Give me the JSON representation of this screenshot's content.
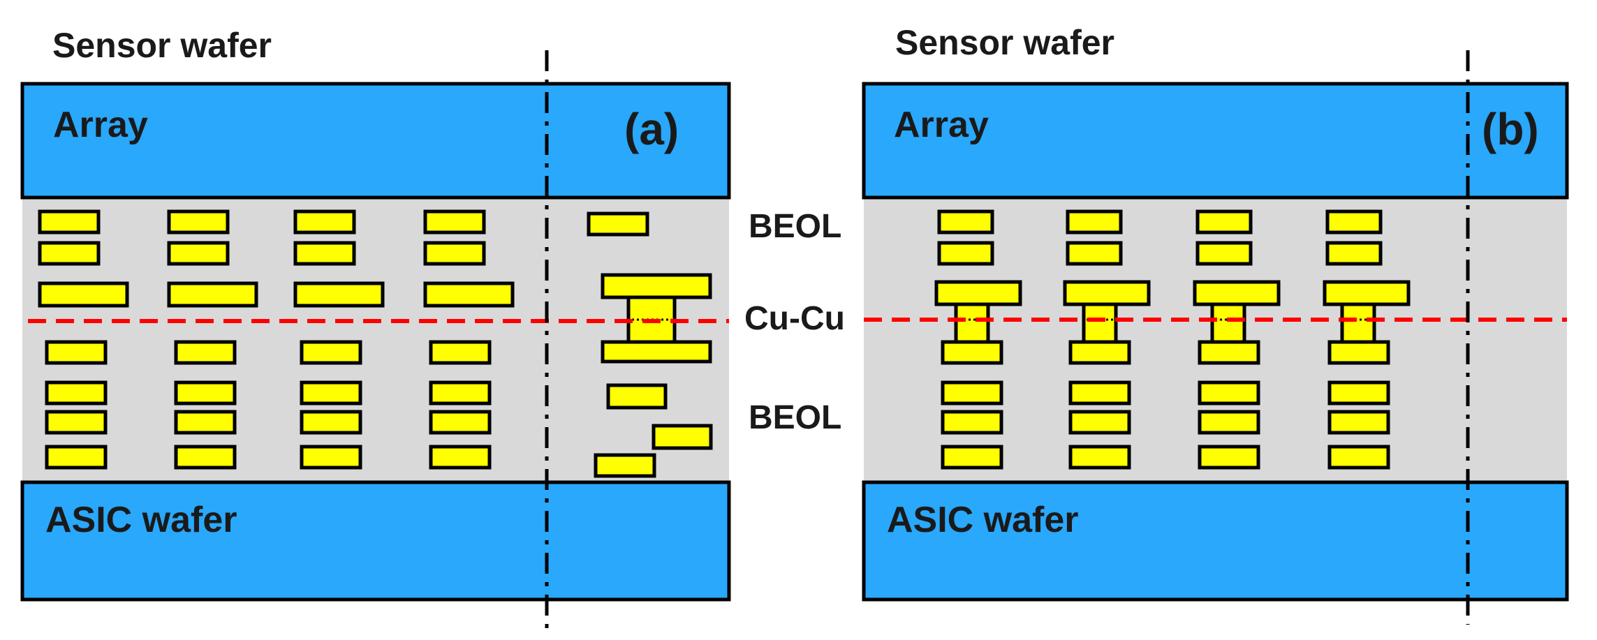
{
  "colors": {
    "wafer": "#29A8FC",
    "beol_fill": "#D9D9D9",
    "metal": "#FFFF00",
    "outline": "#000000",
    "bond_line": "#FF0000",
    "text": "#1a1a1a"
  },
  "panels": [
    {
      "id": "a",
      "title": "Sensor wafer",
      "top_wafer_label": "Array",
      "bottom_wafer_label": "ASIC wafer",
      "letter": "(a)"
    },
    {
      "id": "b",
      "title": "Sensor wafer",
      "top_wafer_label": "Array",
      "bottom_wafer_label": "ASIC wafer",
      "letter": "(b)"
    }
  ],
  "side_labels": {
    "beol_top": "BEOL",
    "bond": "Cu-Cu",
    "beol_bottom": "BEOL"
  }
}
